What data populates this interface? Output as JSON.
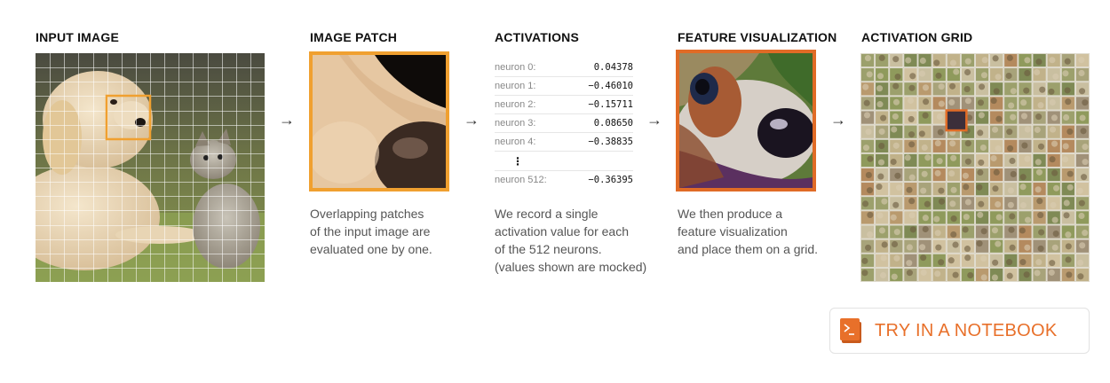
{
  "stages": {
    "input": {
      "title": "INPUT IMAGE"
    },
    "patch": {
      "title": "IMAGE PATCH",
      "caption_lines": [
        "Overlapping patches",
        "of the input image are",
        "evaluated one by one."
      ]
    },
    "activations": {
      "title": "ACTIVATIONS",
      "rows": [
        {
          "name": "neuron 0:",
          "value": "0.04378"
        },
        {
          "name": "neuron 1:",
          "value": "−0.46010"
        },
        {
          "name": "neuron 2:",
          "value": "−0.15711"
        },
        {
          "name": "neuron 3:",
          "value": "0.08650"
        },
        {
          "name": "neuron 4:",
          "value": "−0.38835"
        }
      ],
      "ellipsis": "⋮",
      "last_row": {
        "name": "neuron 512:",
        "value": "−0.36395"
      },
      "caption_lines": [
        "We record a single",
        "activation value for each",
        "of the 512 neurons.",
        "(values shown are mocked)"
      ]
    },
    "feature": {
      "title": "FEATURE VISUALIZATION",
      "caption_lines": [
        "We then produce a",
        "feature visualization",
        "and place them on a grid."
      ]
    },
    "grid": {
      "title": "ACTIVATION GRID"
    }
  },
  "arrows": [
    "→",
    "→",
    "→",
    "→"
  ],
  "button": {
    "label": "TRY IN A NOTEBOOK",
    "icon": "terminal-icon"
  },
  "colors": {
    "patch_highlight": "#f0a030",
    "feature_border": "#e06b26",
    "button_accent": "#e8702a"
  }
}
